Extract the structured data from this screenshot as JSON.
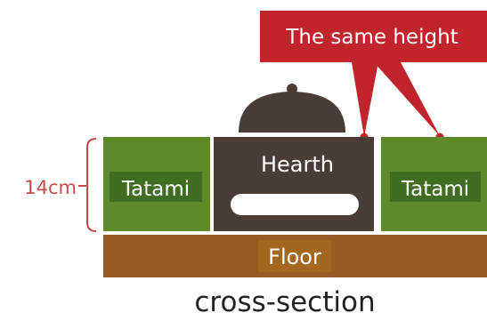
{
  "callout": {
    "text": "The same height"
  },
  "dimension": {
    "label": "14cm"
  },
  "blocks": {
    "tatami_left": "Tatami",
    "hearth": "Hearth",
    "tatami_right": "Tatami",
    "floor": "Floor"
  },
  "caption": "cross-section",
  "colors": {
    "tatami": "#5e8a2a",
    "tatami_label_bg": "#3f6d22",
    "hearth": "#4a3c37",
    "lid": "#4a3c37",
    "floor": "#9a5a24",
    "floor_label_bg": "#a5661f",
    "callout": "#c1252b",
    "dimension": "#c84a4a",
    "caption": "#222222"
  }
}
